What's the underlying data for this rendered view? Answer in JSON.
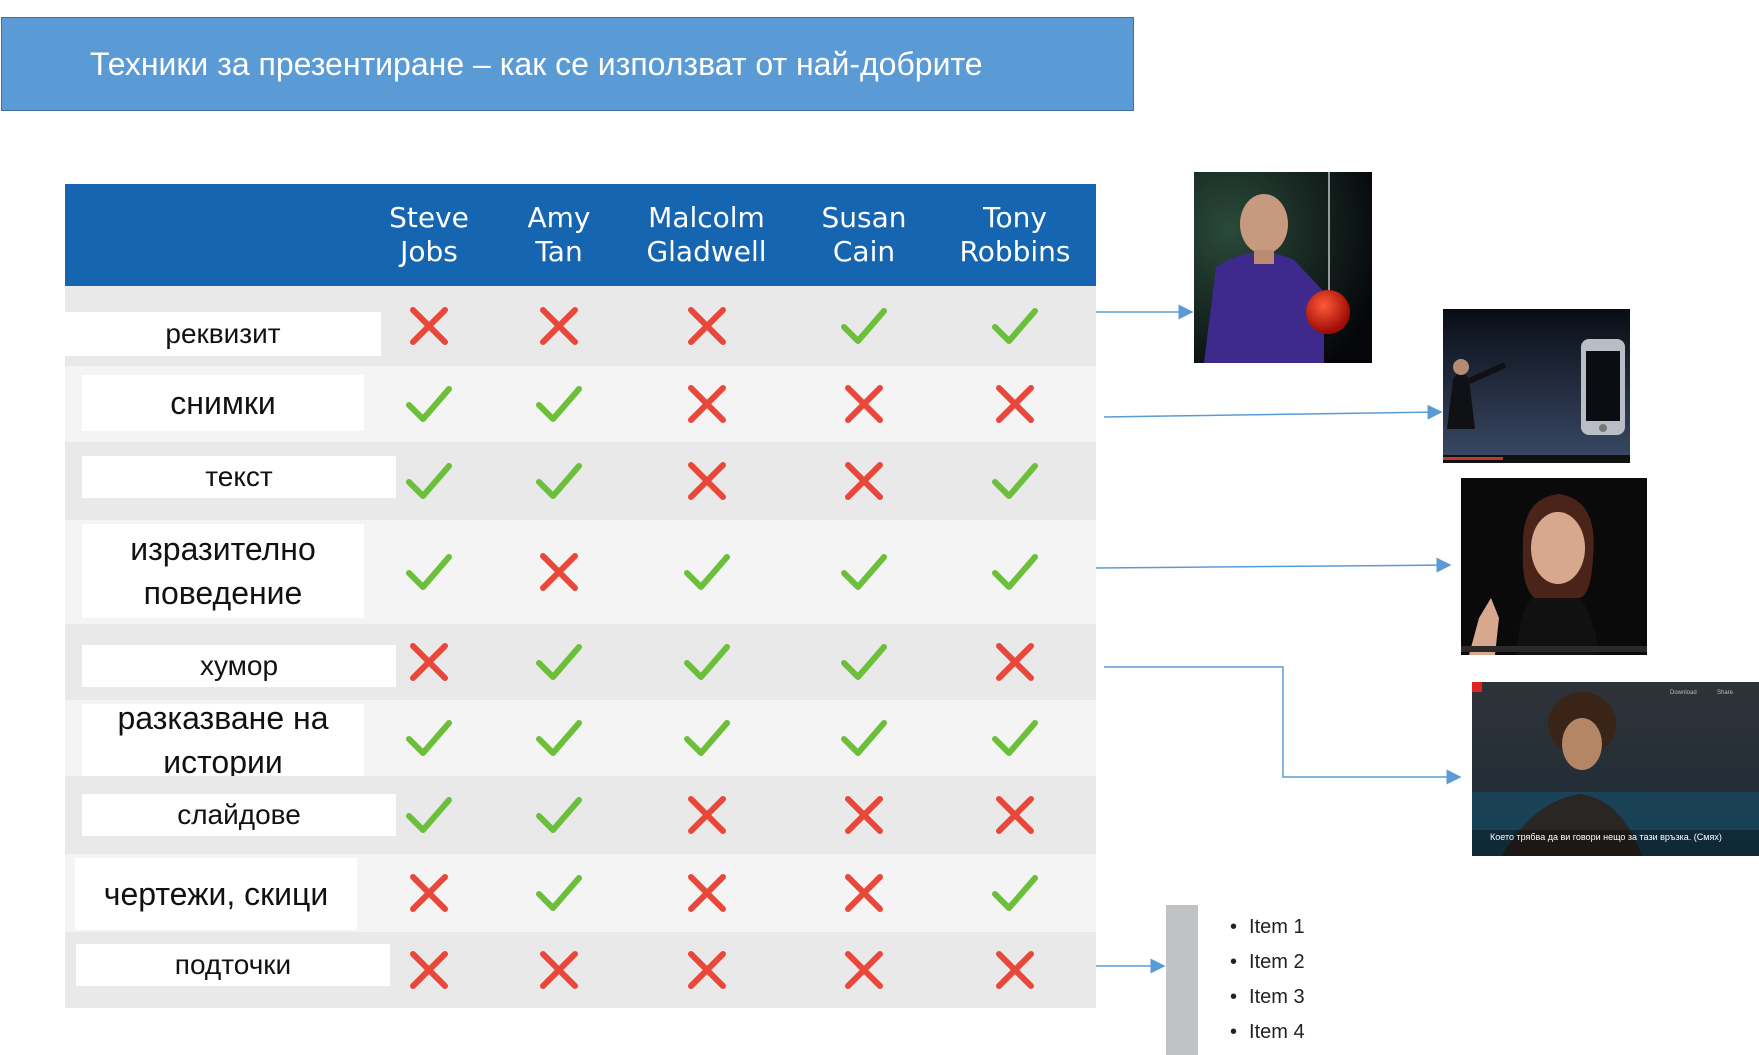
{
  "title": "Техники за презентиране – как се използват от най-добрите",
  "columns": [
    {
      "line1": "Steve",
      "line2": "Jobs"
    },
    {
      "line1": "Amy",
      "line2": "Tan"
    },
    {
      "line1": "Malcolm",
      "line2": "Gladwell"
    },
    {
      "line1": "Susan",
      "line2": "Cain"
    },
    {
      "line1": "Tony",
      "line2": "Robbins"
    }
  ],
  "rows": [
    {
      "line1": "реквизит",
      "line2": "",
      "marks": [
        "no",
        "no",
        "no",
        "yes",
        "yes"
      ]
    },
    {
      "line1": "снимки",
      "line2": "",
      "marks": [
        "yes",
        "yes",
        "no",
        "no",
        "no"
      ]
    },
    {
      "line1": "текст",
      "line2": "",
      "marks": [
        "yes",
        "yes",
        "no",
        "no",
        "yes"
      ]
    },
    {
      "line1": "изразително",
      "line2": "поведение",
      "marks": [
        "yes",
        "no",
        "yes",
        "yes",
        "yes"
      ]
    },
    {
      "line1": "хумор",
      "line2": "",
      "marks": [
        "no",
        "yes",
        "yes",
        "yes",
        "no"
      ]
    },
    {
      "line1": "разказване на",
      "line2": "истории",
      "marks": [
        "yes",
        "yes",
        "yes",
        "yes",
        "yes"
      ]
    },
    {
      "line1": "слайдове",
      "line2": "",
      "marks": [
        "yes",
        "yes",
        "no",
        "no",
        "no"
      ]
    },
    {
      "line1": "чертежи, скици",
      "line2": "",
      "marks": [
        "no",
        "yes",
        "no",
        "no",
        "yes"
      ]
    },
    {
      "line1": "подточки",
      "line2": "",
      "marks": [
        "no",
        "no",
        "no",
        "no",
        "no"
      ]
    }
  ],
  "photo_caption": "Което трябва да ви говори нещо за тази връзка. (Смях)",
  "video_controls": {
    "download": "Download",
    "share": "Share"
  },
  "list_items": [
    "Item 1",
    "Item 2",
    "Item 3",
    "Item 4"
  ],
  "colors": {
    "check": "#6cbf3a",
    "cross": "#e8473a",
    "header": "#1565b0",
    "title_bar": "#5b9bd5"
  }
}
